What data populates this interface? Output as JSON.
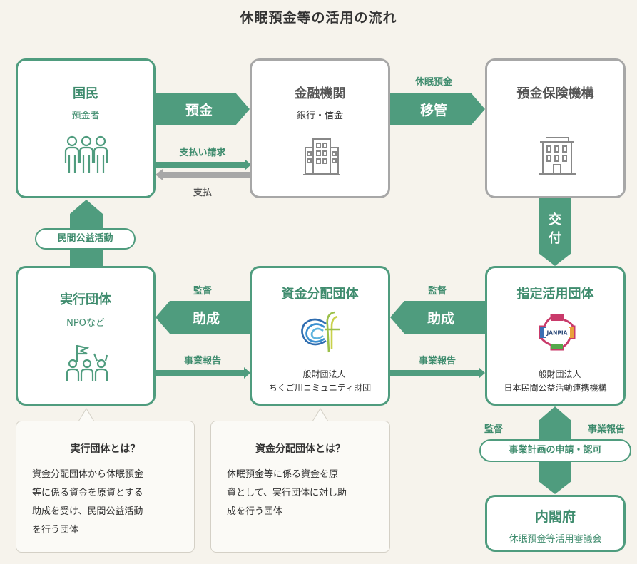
{
  "title": "休眠預金等の活用の流れ",
  "colors": {
    "green": "#4f9c7e",
    "gray": "#a7a7a7",
    "background": "#f6f3ec"
  },
  "boxes": {
    "citizens": {
      "title": "国民",
      "subtitle": "預金者",
      "icon": "people-icon"
    },
    "financial": {
      "title": "金融機関",
      "subtitle": "銀行・信金",
      "icon": "building-icon"
    },
    "deposit_insurance": {
      "title": "預金保険機構",
      "icon": "building-icon"
    },
    "implementer": {
      "title": "実行団体",
      "subtitle": "NPOなど",
      "icon": "flag-people-icon"
    },
    "fund_distributor": {
      "title": "資金分配団体",
      "org_line1": "一般財団法人",
      "org_line2": "ちくご川コミュニティ財団",
      "icon": "chikugogawa-logo-icon"
    },
    "designated": {
      "title": "指定活用団体",
      "org_line1": "一般財団法人",
      "org_line2": "日本民間公益活動連携機構",
      "logo_text": "JANPIA",
      "icon": "janpia-logo-icon"
    },
    "cabinet": {
      "title": "内閣府",
      "subtitle": "休眠預金等活用審議会"
    }
  },
  "arrows": {
    "deposit": "預金",
    "transfer_top": "休眠預金",
    "transfer": "移管",
    "payment_request": "支払い請求",
    "payment": "支払",
    "grant_left_v": "交",
    "grant_right_v": "付",
    "civic_activity": "民間公益活動",
    "supervise_1": "監督",
    "subsidy_1": "助成",
    "report_1": "事業報告",
    "supervise_2": "監督",
    "subsidy_2": "助成",
    "report_2": "事業報告",
    "supervise_3": "監督",
    "report_3": "事業報告",
    "plan_approval": "事業計画の申請・認可"
  },
  "notes": {
    "implementer": {
      "title": "実行団体とは？",
      "lines": [
        "資金分配団体から休眠預金",
        "等に係る資金を原資とする",
        "助成を受け、民間公益活動",
        "を行う団体"
      ]
    },
    "distributor": {
      "title": "資金分配団体とは？",
      "lines": [
        "休眠預金等に係る資金を原",
        "資として、実行団体に対し助",
        "成を行う団体"
      ]
    }
  }
}
